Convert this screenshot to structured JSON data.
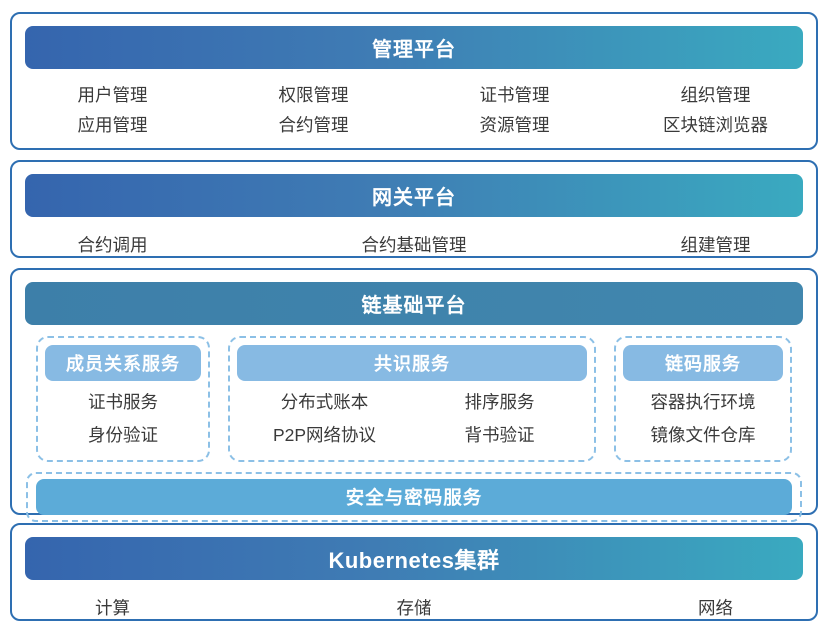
{
  "colors": {
    "panel_border": "#2e6fb2",
    "header_gradient_start": "#3565ae",
    "header_gradient_end": "#3aaac0",
    "chain_header": "#3e81ab",
    "sub_pill": "#87bae3",
    "security_bar": "#5cabd8",
    "dashed_border": "#8cc0e6",
    "item_text": "#3a3a3a"
  },
  "sections": {
    "management": {
      "title": "管理平台",
      "rows": [
        [
          "用户管理",
          "权限管理",
          "证书管理",
          "组织管理"
        ],
        [
          "应用管理",
          "合约管理",
          "资源管理",
          "区块链浏览器"
        ]
      ]
    },
    "gateway": {
      "title": "网关平台",
      "items": [
        "合约调用",
        "合约基础管理",
        "组建管理"
      ]
    },
    "chain_base": {
      "title": "链基础平台",
      "groups": {
        "membership": {
          "title": "成员关系服务",
          "items": [
            "证书服务",
            "身份验证"
          ]
        },
        "consensus": {
          "title": "共识服务",
          "grid": [
            [
              "分布式账本",
              "排序服务"
            ],
            [
              "P2P网络协议",
              "背书验证"
            ]
          ]
        },
        "chaincode": {
          "title": "链码服务",
          "items": [
            "容器执行环境",
            "镜像文件仓库"
          ]
        }
      },
      "security": "安全与密码服务"
    },
    "kubernetes": {
      "title": "Kubernetes集群",
      "items": [
        "计算",
        "存储",
        "网络"
      ]
    }
  }
}
